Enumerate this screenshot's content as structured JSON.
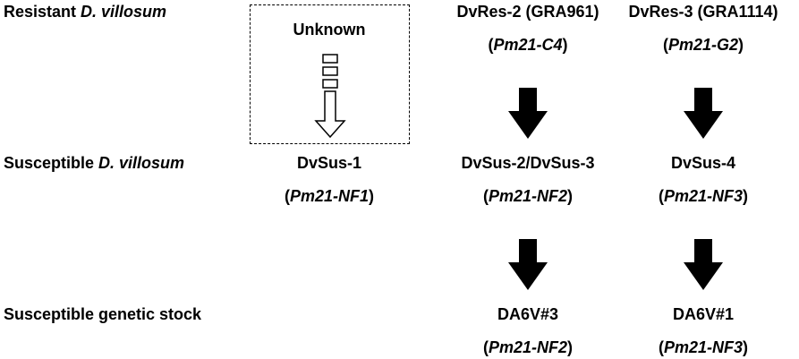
{
  "rows": {
    "resistant": {
      "label_prefix": "Resistant ",
      "label_species": "D. villosum"
    },
    "susceptible": {
      "label_prefix": "Susceptible ",
      "label_species": "D. villosum"
    },
    "stock": {
      "label": "Susceptible genetic stock"
    }
  },
  "unknown_box": {
    "label": "Unknown"
  },
  "columns": [
    {
      "resistant": null,
      "susceptible": {
        "name": "DvSus-1",
        "allele": "Pm21-NF1"
      },
      "stock": null
    },
    {
      "resistant": {
        "name": "DvRes-2 (GRA961)",
        "allele": "Pm21-C4"
      },
      "susceptible": {
        "name": "DvSus-2/DvSus-3",
        "allele": "Pm21-NF2"
      },
      "stock": {
        "name": "DA6V#3",
        "allele": "Pm21-NF2"
      }
    },
    {
      "resistant": {
        "name": "DvRes-3 (GRA1114)",
        "allele": "Pm21-G2"
      },
      "susceptible": {
        "name": "DvSus-4",
        "allele": "Pm21-NF3"
      },
      "stock": {
        "name": "DA6V#1",
        "allele": "Pm21-NF3"
      }
    }
  ],
  "punct": {
    "open": "(",
    "close": ")"
  },
  "colors": {
    "text": "#000000",
    "arrow": "#000000",
    "hollow_arrow_fill": "#ffffff"
  },
  "icons": {
    "solid_arrow": "arrow-down-icon",
    "hollow_arrow": "hollow-arrow-down-icon"
  }
}
